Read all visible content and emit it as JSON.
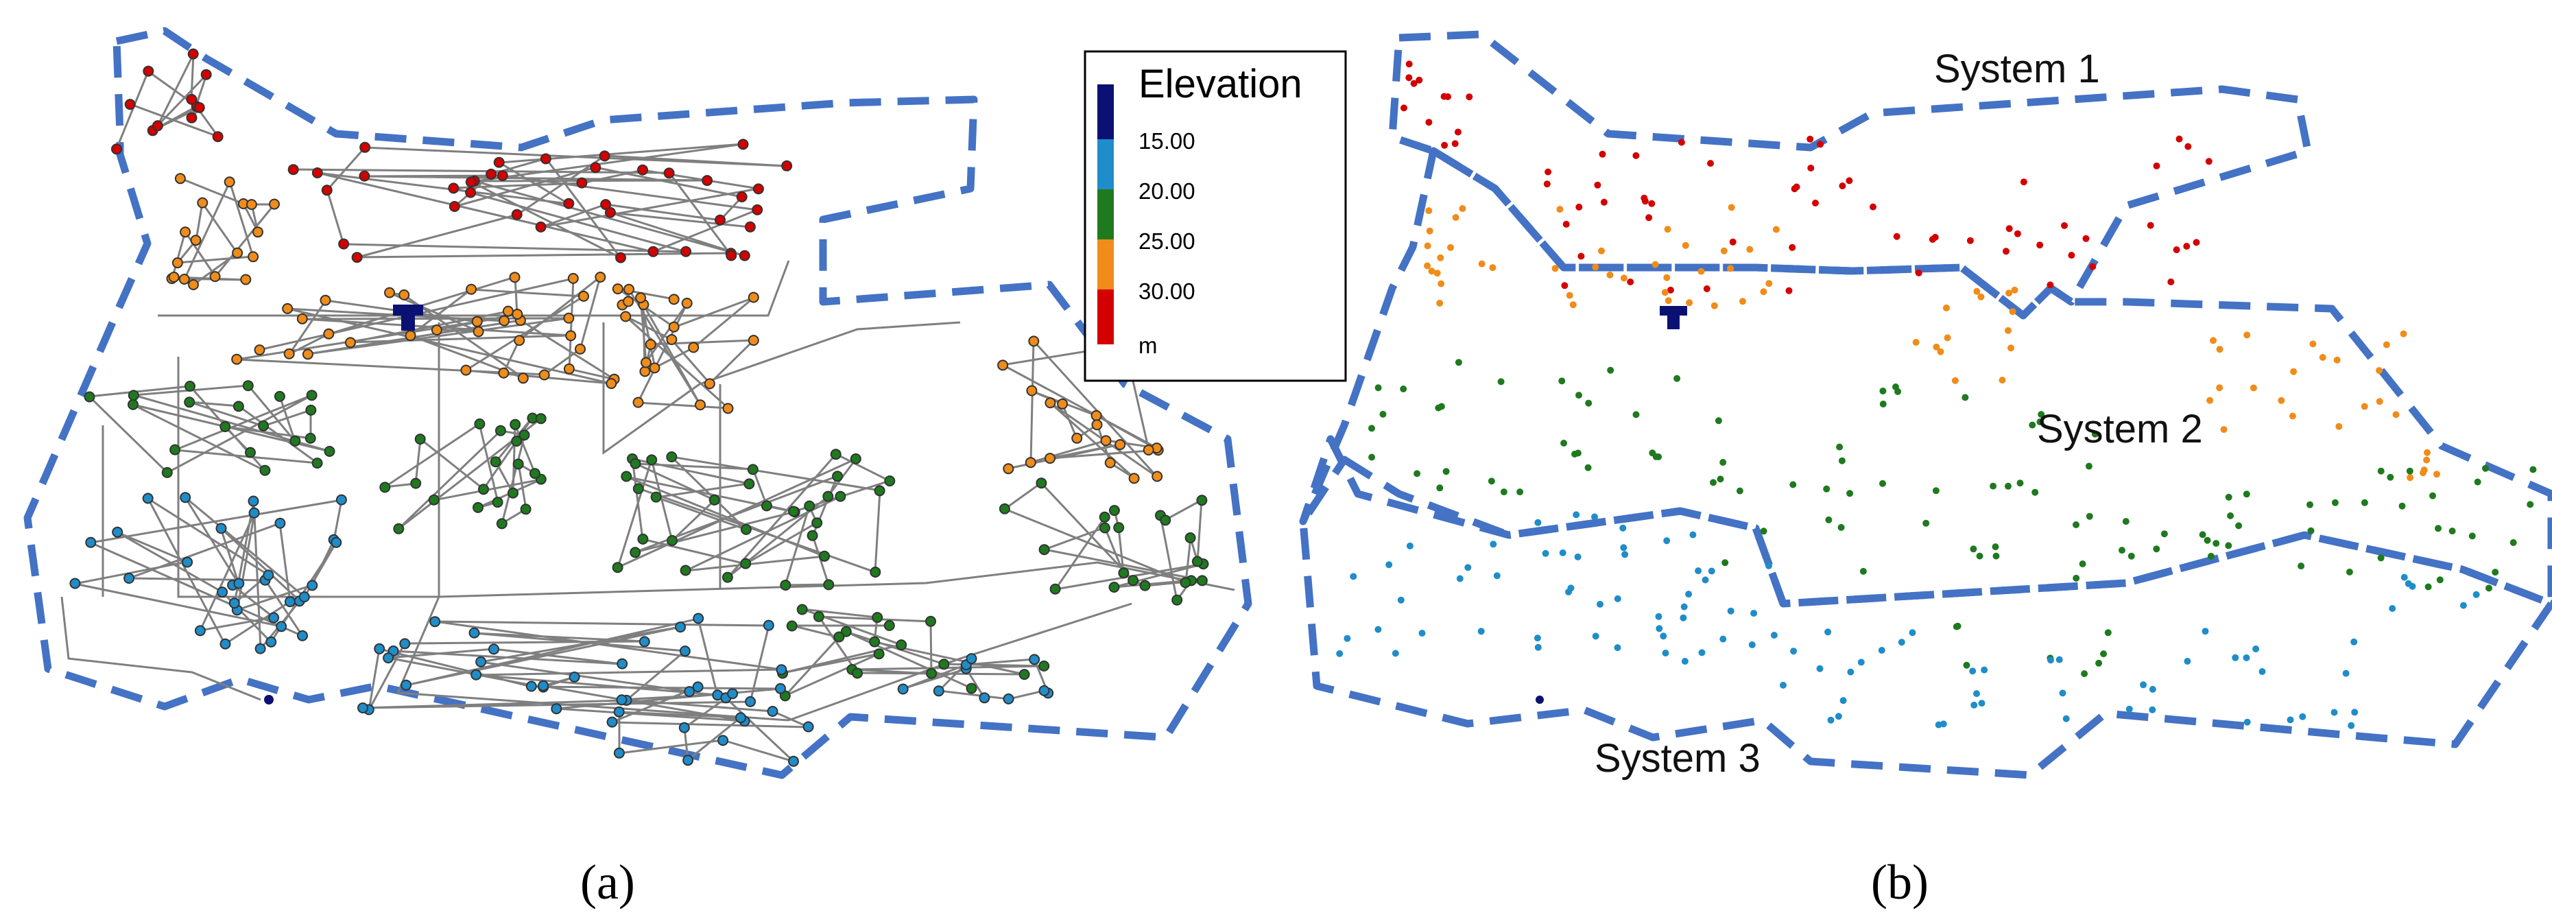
{
  "legend": {
    "title": "Elevation",
    "ticks": [
      "15.00",
      "20.00",
      "25.00",
      "30.00"
    ],
    "unit": "m",
    "colors": [
      "#0a1172",
      "#1f8dc9",
      "#1f7a1f",
      "#f08c1a",
      "#d40000"
    ]
  },
  "panels": [
    {
      "label": "(a)"
    },
    {
      "label": "(b)"
    }
  ],
  "systems": [
    {
      "label": "System 1"
    },
    {
      "label": "System 2"
    },
    {
      "label": "System 3"
    }
  ],
  "icons": {
    "reservoir": "reservoir-icon",
    "tank": "tank-icon"
  }
}
